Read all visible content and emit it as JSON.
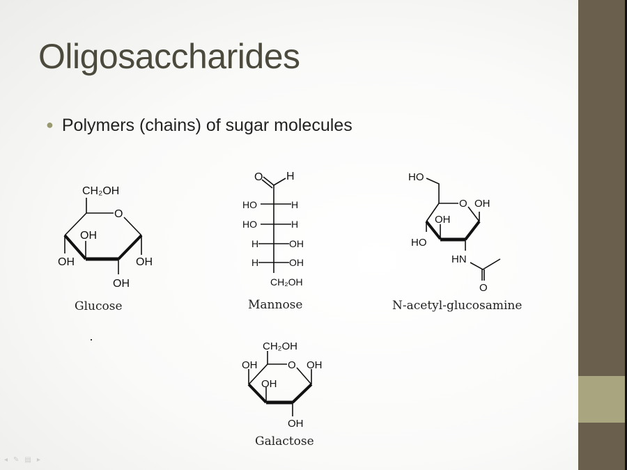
{
  "slide": {
    "title": "Oligosaccharides",
    "bullet": "Polymers (chains) of sugar molecules"
  },
  "molecules": {
    "glucose": {
      "caption": "Glucose",
      "labels": [
        "CH₂OH",
        "O",
        "OH",
        "OH",
        "OH",
        "OH"
      ]
    },
    "mannose": {
      "caption": "Mannose",
      "labels": [
        "O",
        "H",
        "HO",
        "H",
        "HO",
        "H",
        "H",
        "OH",
        "H",
        "OH",
        "CH₂OH"
      ]
    },
    "nag": {
      "caption": "N-acetyl-glucosamine",
      "labels": [
        "HO",
        "O",
        "OH",
        "OH",
        "HO",
        "HN",
        "O"
      ]
    },
    "galactose": {
      "caption": "Galactose",
      "labels": [
        "CH₂OH",
        "OH",
        "O",
        "OH",
        "OH",
        "OH"
      ]
    }
  },
  "theme": {
    "sidebar": "#6a5e4c",
    "band": "#a9a67f",
    "title": "#4b4a3c",
    "bullet": "#9a9a72"
  }
}
